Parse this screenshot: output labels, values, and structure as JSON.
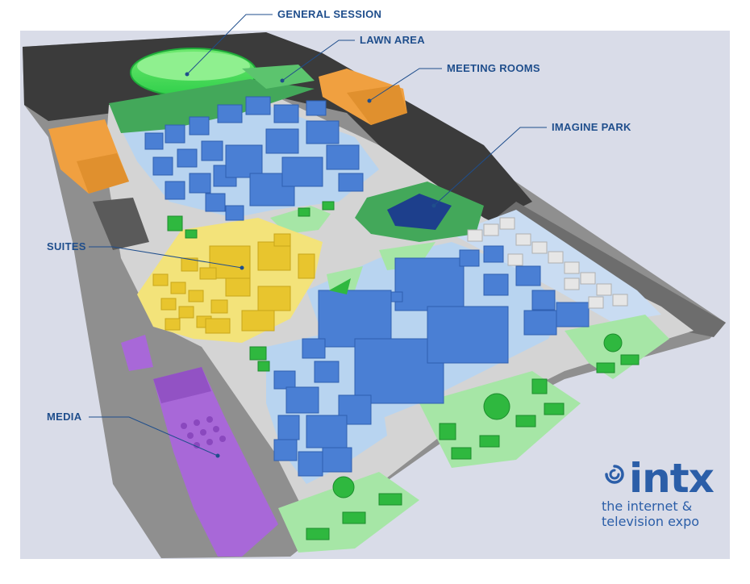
{
  "map": {
    "labels": {
      "general_session": "GENERAL SESSION",
      "lawn_area": "LAWN AREA",
      "meeting_rooms": "MEETING ROOMS",
      "imagine_park": "IMAGINE PARK",
      "suites": "SUITES",
      "media": "MEDIA"
    },
    "colors": {
      "background": "#d9dce8",
      "floor_dark": "#3a3a3a",
      "floor_grey": "#8f8f8f",
      "aisle": "#d8d8d8",
      "booth_blue": "#4a7fd4",
      "booth_light_blue": "#b8d4f0",
      "green_lawn": "#a6e6a6",
      "suites_yellow": "#f0d84a",
      "meeting_orange": "#f0a040",
      "media_purple": "#a868d8",
      "label_blue": "#1f4e8c"
    }
  },
  "logo": {
    "word": "intx",
    "tagline_1": "the internet &",
    "tagline_2": "television expo",
    "color": "#2b5ea8"
  }
}
